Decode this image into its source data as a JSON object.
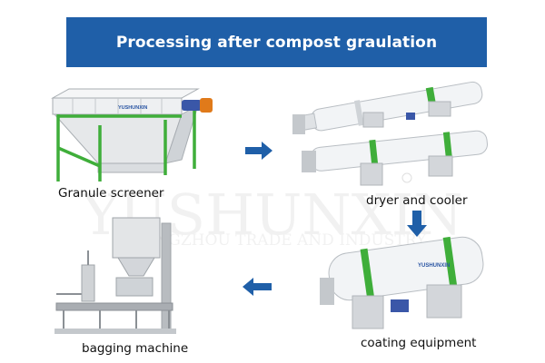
{
  "title": "Processing after compost graulation",
  "steps": [
    {
      "label": "Granule screener"
    },
    {
      "label": "dryer and cooler"
    },
    {
      "label": "coating equipment"
    },
    {
      "label": "bagging machine"
    }
  ],
  "machine_brand": "YUSHUNXIN",
  "watermark": {
    "brand": "YUSHUNXIN",
    "tagline": "GUANGZHOU TRADE AND INDUSTRY"
  },
  "colors": {
    "banner": "#1f5fa8",
    "arrow": "#1f5fa8",
    "frame_green": "#3fae3a",
    "metal": "#c9ccd0",
    "drum": "#f2f4f6",
    "motor_blue": "#3a57a8"
  }
}
